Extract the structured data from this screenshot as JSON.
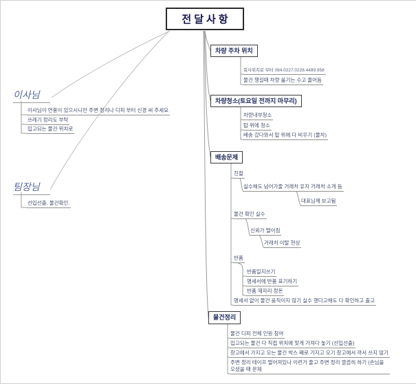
{
  "root": {
    "label": "전달사항"
  },
  "left": {
    "director": {
      "label": "이사님",
      "children": [
        "이사님이 연풍이 있으시니만 주변 정리나 디피 부터 신경 써 주세요",
        "쓰레기 정리도 부탁",
        "입고되는 물건 위치로"
      ]
    },
    "leader": {
      "label": "팀장님",
      "children": [
        "선입선출. 물건확인."
      ]
    }
  },
  "right": {
    "parking": {
      "label": "차량 주차 위치",
      "children": [
        "회사위치로 부터 084.0227.0226.4489.958",
        "물건 챙길때 차량 옮기는 수고 줄어듬"
      ]
    },
    "cleaning": {
      "label": "차량청소(토요일 전까지 마무리)",
      "children": [
        "차량내부청소",
        "탑 위에 청소",
        "배송 갔다와서 탑 위에 다 비우기 (물차)"
      ]
    },
    "delivery": {
      "label": "배송문제",
      "kindness": {
        "label": "친절",
        "detail": "실수해도 넘어가줄 거래처 유지 거래처 소개 듬",
        "report": "대표님께 보고됨"
      },
      "mistake": {
        "label": "물건 확인 실수",
        "trust": "신뢰가 떨어짐",
        "churn": "거래처 이탈 현상"
      },
      "returns": {
        "label": "반품",
        "children": [
          "반품일지쓰기",
          "명세서에 반품 표기하기",
          "반품 제자리 정돈"
        ]
      },
      "note": "명세서 없이 물건 움직이지 않기 실수 했다고해도 다 확인하고 출고"
    },
    "organize": {
      "label": "물건정리",
      "children": [
        "물건 디피 전체 인원 참여",
        "입고되는 물건 다 직접 위치에 맞게 가져다 놓기 (선입선출)",
        "창고에서 가지고 오는 물건 박스 째로 가지고 오기 창고에서 까서 쓰지 않기",
        "주변 정리 테이프 떨어져있나 이런거 줄고 주변 정리 깔끔히 하기 (손님을 오셨을 때 문제"
      ]
    }
  }
}
